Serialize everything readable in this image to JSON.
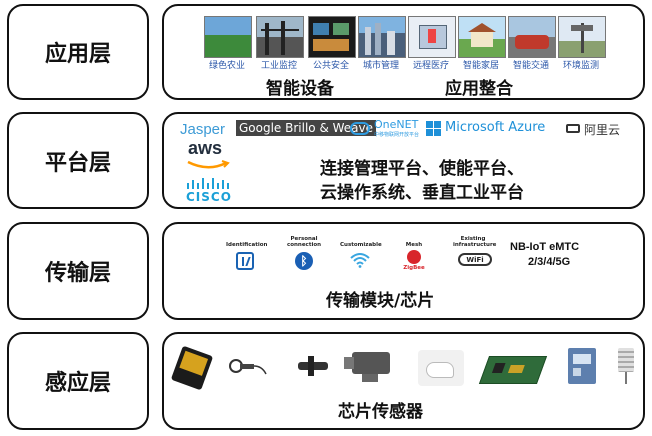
{
  "layers": [
    {
      "label": "应用层"
    },
    {
      "label": "平台层"
    },
    {
      "label": "传输层"
    },
    {
      "label": "感应层"
    }
  ],
  "application": {
    "scenarios": [
      "绿色农业",
      "工业监控",
      "公共安全",
      "城市管理",
      "远程医疗",
      "智能家居",
      "智能交通",
      "环境监测"
    ],
    "left_text": "智能设备",
    "right_text": "应用整合"
  },
  "platform": {
    "brands": {
      "jasper": "Jasper",
      "google_brillo": "Google Brillo & Weave",
      "onenet": "OneNET",
      "onenet_sub": "中移物联网开放平台",
      "azure": "Microsoft Azure",
      "aliyun": "阿里云",
      "aws": "aws",
      "cisco": "CISCO"
    },
    "line1": "连接管理平台、使能平台、",
    "line2": "云操作系统、垂直工业平台"
  },
  "transport": {
    "icons": [
      {
        "label": "Identification",
        "name": "nfc"
      },
      {
        "label": "Personal\nconnection",
        "name": "bluetooth"
      },
      {
        "label": "Customizable",
        "name": "wifi"
      },
      {
        "label": "Mesh",
        "name": "zigbee"
      },
      {
        "label": "Existing\ninfrastructure",
        "name": "wifi-logo"
      }
    ],
    "zigbee_text": "ZigBee",
    "wifi_text": "WiFi",
    "nb_line1": "NB-IoT eMTC",
    "nb_line2": "2/3/4/5G",
    "caption": "传输模块/芯片"
  },
  "sensing": {
    "caption": "芯片传感器",
    "devices": [
      "chip-module",
      "cable-sensor",
      "probe-sensor",
      "camera",
      "fiber-sensor",
      "circuit-board",
      "meter-box",
      "weather-sensor"
    ]
  }
}
